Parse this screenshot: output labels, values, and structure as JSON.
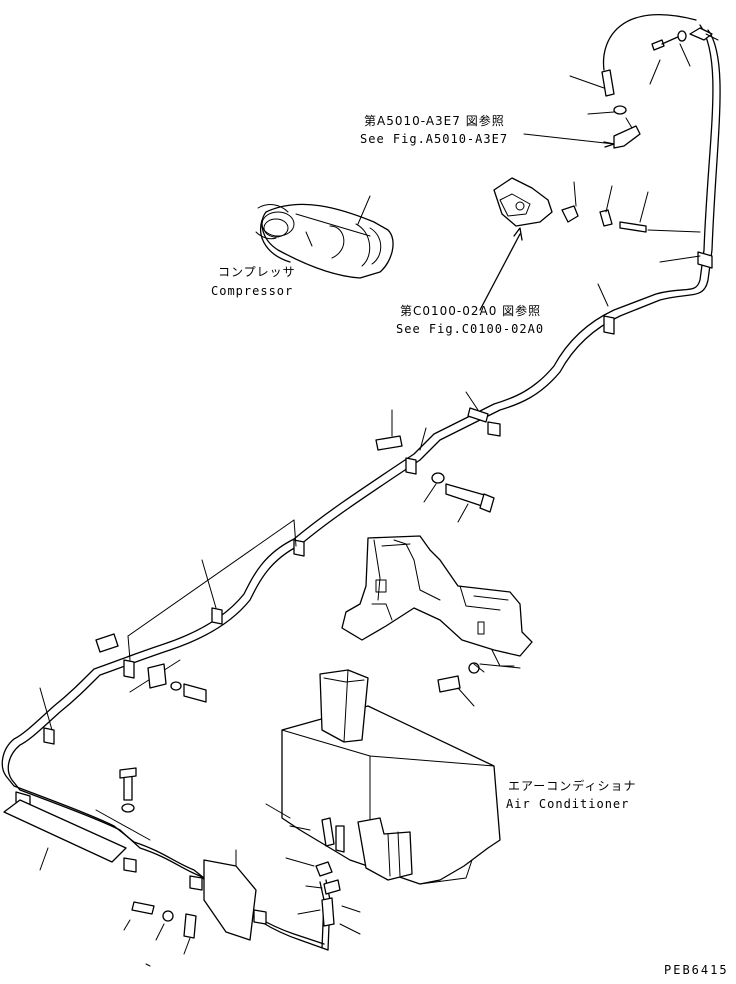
{
  "labels": {
    "ref_a_jp": "第A5010-A3E7 図参照",
    "ref_a_en": "See Fig.A5010-A3E7",
    "compressor_jp": "コンプレッサ",
    "compressor_en": "Compressor",
    "ref_c_jp": "第C0100-02A0 図参照",
    "ref_c_en": "See Fig.C0100-02A0",
    "aircon_jp": "エアーコンディショナ",
    "aircon_en": "Air Conditioner",
    "drawing_id": "PEB6415"
  }
}
